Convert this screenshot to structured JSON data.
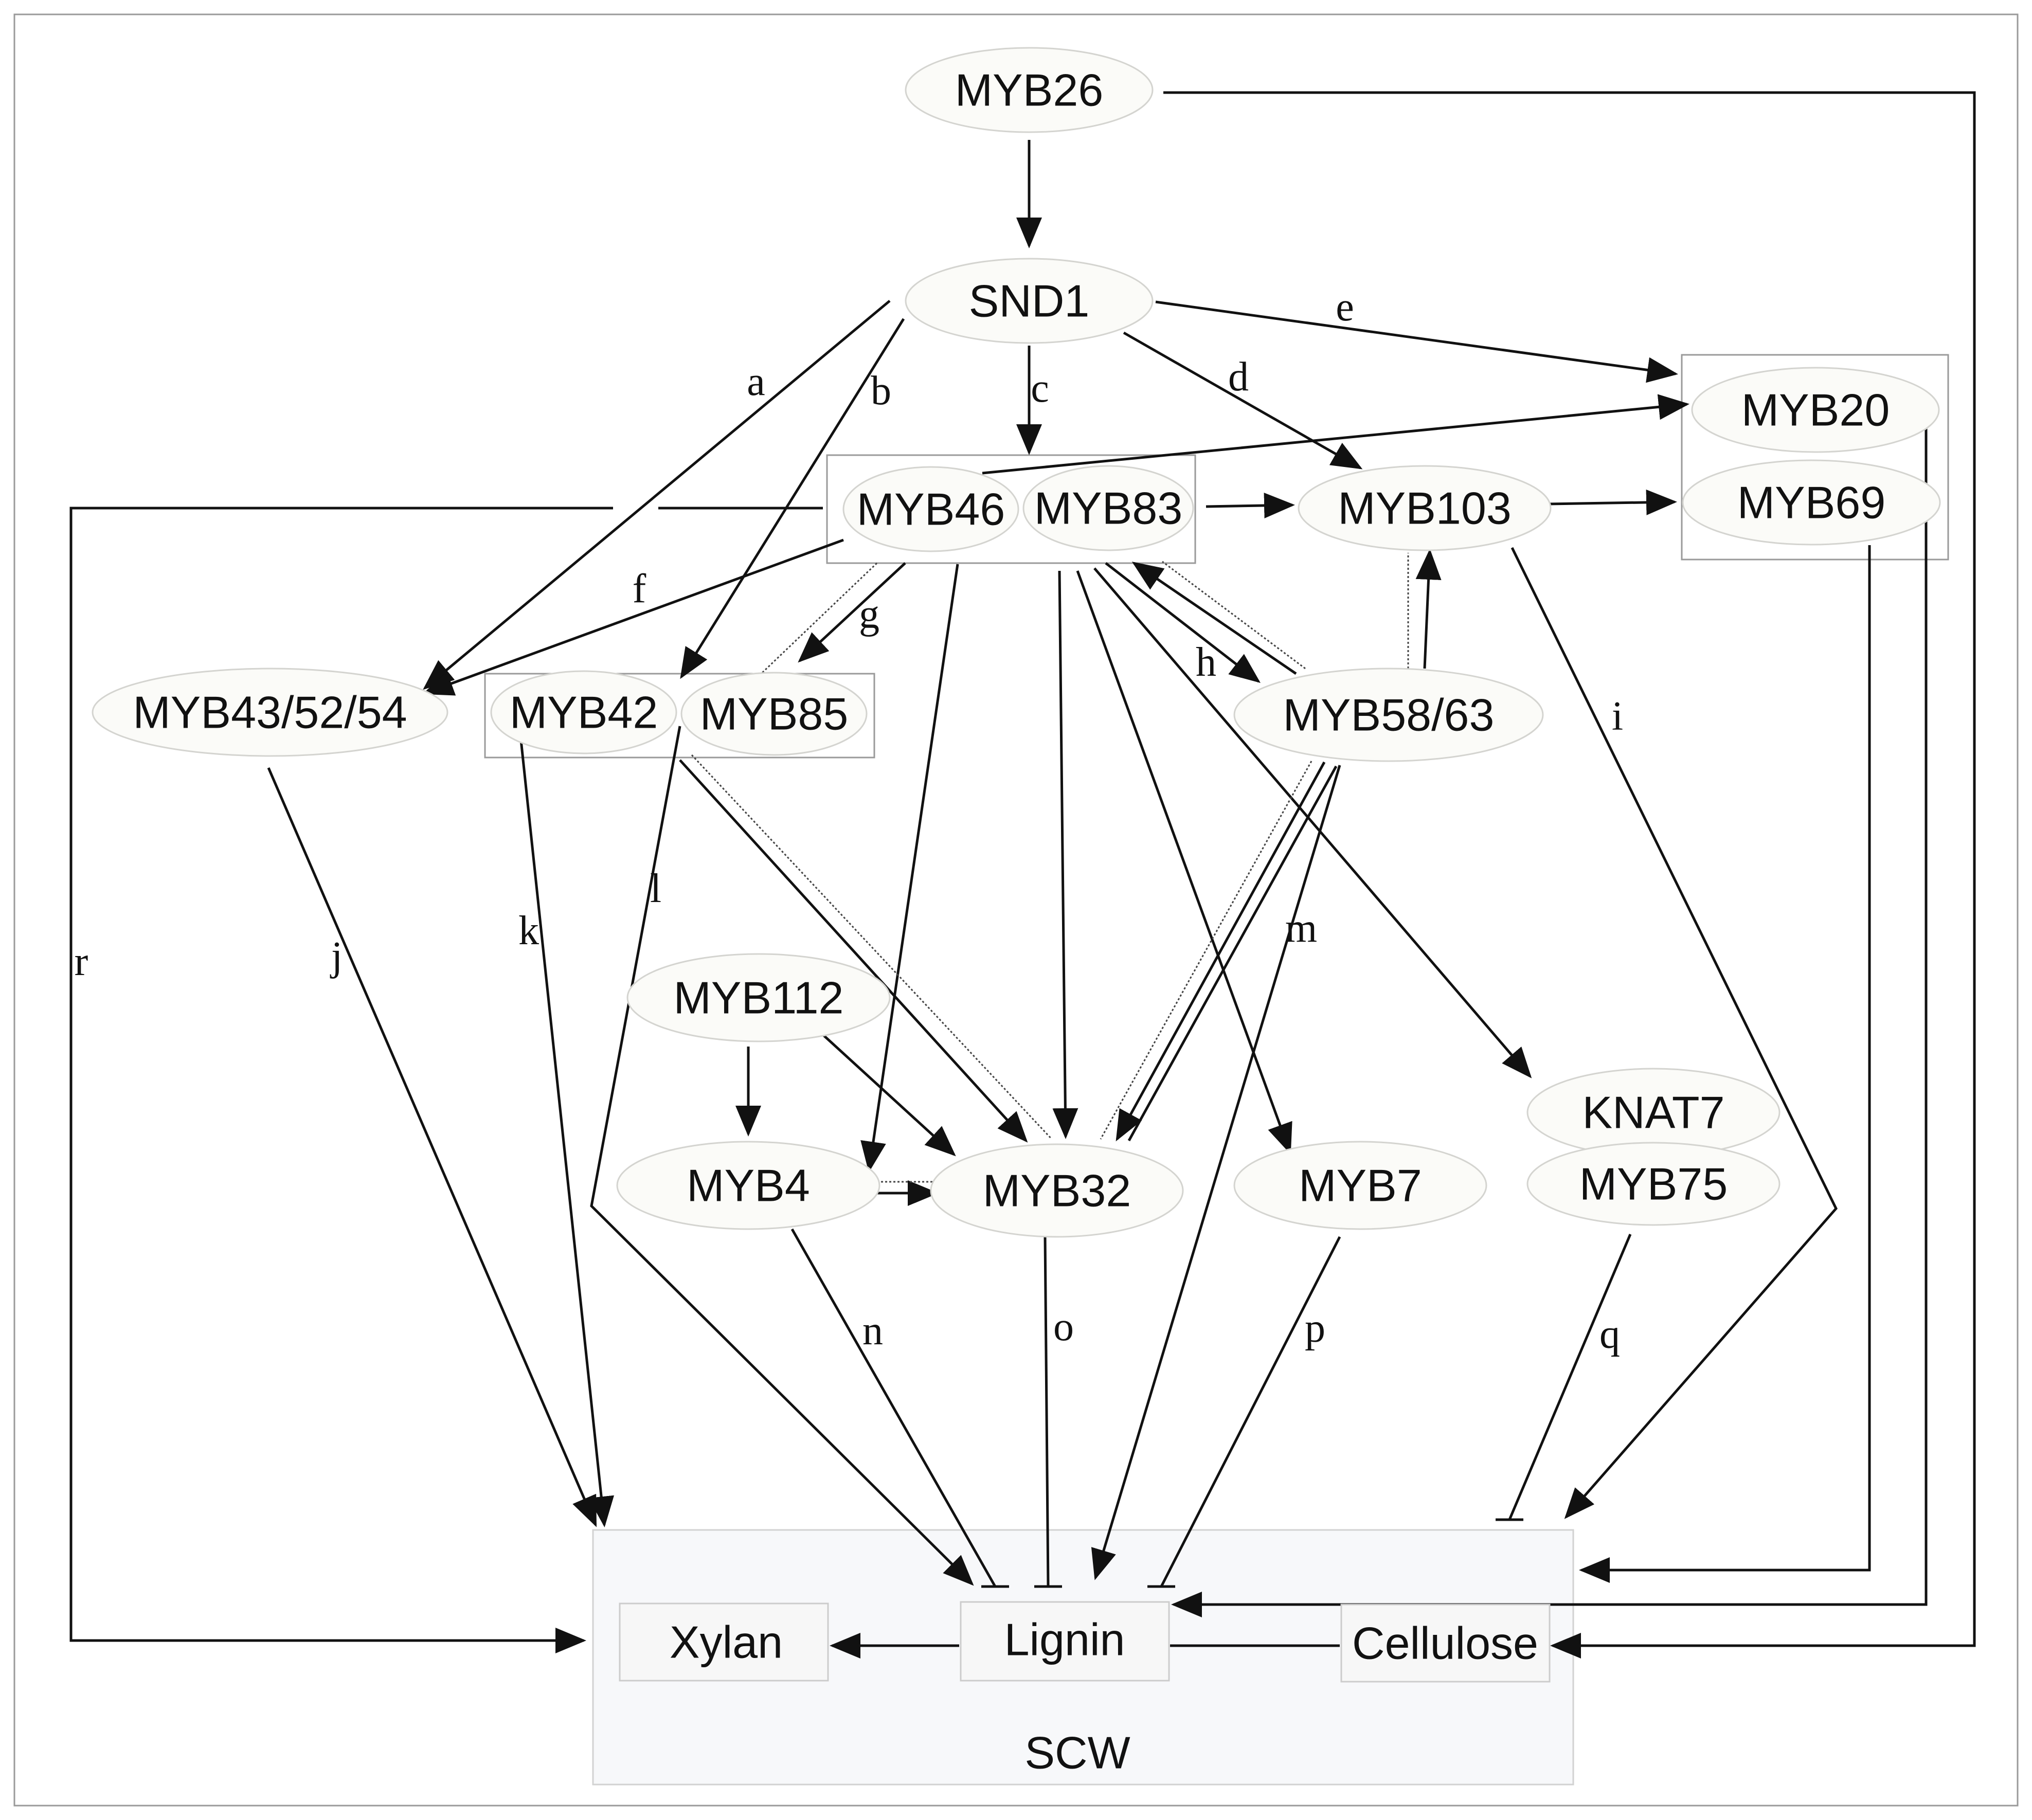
{
  "nodes": {
    "myb26": "MYB26",
    "snd1": "SND1",
    "myb20": "MYB20",
    "myb69": "MYB69",
    "myb46": "MYB46",
    "myb83": "MYB83",
    "myb103": "MYB103",
    "myb43_52_54": "MYB43/52/54",
    "myb42": "MYB42",
    "myb85": "MYB85",
    "myb58_63": "MYB58/63",
    "myb112": "MYB112",
    "knat7": "KNAT7",
    "myb75": "MYB75",
    "myb4": "MYB4",
    "myb32": "MYB32",
    "myb7": "MYB7",
    "xylan": "Xylan",
    "lignin": "Lignin",
    "cellulose": "Cellulose",
    "scw": "SCW"
  },
  "edge_labels": [
    "a",
    "b",
    "c",
    "d",
    "e",
    "f",
    "g",
    "h",
    "i",
    "j",
    "k",
    "l",
    "m",
    "n",
    "o",
    "p",
    "q",
    "r"
  ],
  "edges": [
    {
      "from": "MYB26",
      "to": "SND1",
      "type": "activation"
    },
    {
      "from": "MYB26",
      "to": "Cellulose",
      "type": "activation"
    },
    {
      "from": "SND1",
      "to": "MYB43/52/54",
      "type": "activation",
      "label": "a"
    },
    {
      "from": "SND1",
      "to": "MYB42",
      "type": "activation",
      "label": "b"
    },
    {
      "from": "SND1",
      "to": "MYB46/MYB83",
      "type": "activation",
      "label": "c"
    },
    {
      "from": "SND1",
      "to": "MYB103",
      "type": "activation",
      "label": "d"
    },
    {
      "from": "SND1",
      "to": "MYB20/MYB69",
      "type": "activation",
      "label": "e"
    },
    {
      "from": "MYB46/MYB83",
      "to": "MYB43/52/54",
      "type": "activation",
      "label": "f"
    },
    {
      "from": "MYB46/MYB83",
      "to": "MYB85",
      "type": "activation",
      "label": "g"
    },
    {
      "from": "MYB46/MYB83",
      "to": "MYB58/63",
      "type": "activation",
      "label": "h"
    },
    {
      "from": "MYB103",
      "to": "SCW",
      "type": "activation",
      "label": "i"
    },
    {
      "from": "MYB43/52/54",
      "to": "SCW",
      "type": "activation",
      "label": "j"
    },
    {
      "from": "MYB42",
      "to": "SCW",
      "type": "activation",
      "label": "k"
    },
    {
      "from": "MYB85",
      "to": "Lignin",
      "type": "activation",
      "label": "l"
    },
    {
      "from": "MYB58/63",
      "to": "Lignin",
      "type": "activation",
      "label": "m"
    },
    {
      "from": "MYB4",
      "to": "Lignin",
      "type": "repression",
      "label": "n"
    },
    {
      "from": "MYB32",
      "to": "Lignin",
      "type": "repression",
      "label": "o"
    },
    {
      "from": "MYB7",
      "to": "Lignin",
      "type": "repression",
      "label": "p"
    },
    {
      "from": "KNAT7/MYB75",
      "to": "SCW",
      "type": "repression",
      "label": "q"
    },
    {
      "from": "MYB46/MYB83",
      "to": "Xylan",
      "type": "activation",
      "label": "r"
    }
  ]
}
